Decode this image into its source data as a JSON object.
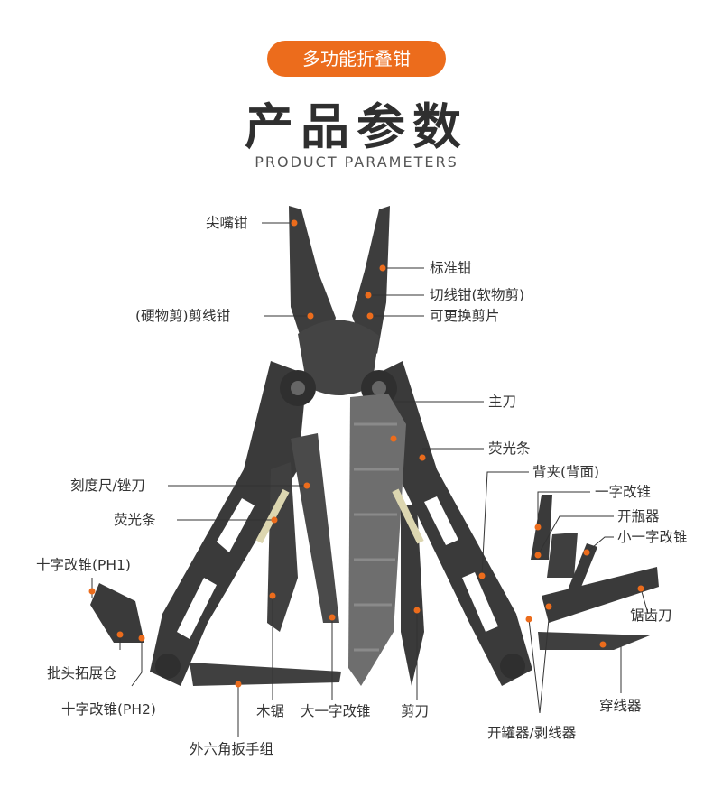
{
  "header": {
    "badge": "多功能折叠钳",
    "title": "产品参数",
    "subtitle": "PRODUCT PARAMETERS"
  },
  "colors": {
    "accent": "#ec6c1c",
    "tool_dark": "#3a3a3a",
    "tool_mid": "#555555",
    "line": "#333333"
  },
  "labels": {
    "needle_nose_pliers": "尖嘴钳",
    "standard_pliers": "标准钳",
    "wire_cutter_soft": "切线钳(软物剪)",
    "hard_wire_cutter": "(硬物剪)剪线钳",
    "replaceable_blade": "可更换剪片",
    "main_blade": "主刀",
    "glow_strip_right": "荧光条",
    "back_clip": "背夹(背面)",
    "flat_screwdriver": "一字改锥",
    "bottle_opener": "开瓶器",
    "small_flat_screwdriver": "小一字改锥",
    "ruler_file": "刻度尺/锉刀",
    "glow_strip_left": "荧光条",
    "phillips_ph1": "十字改锥(PH1)",
    "serrated_blade": "锯齿刀",
    "bit_holder": "批头拓展仓",
    "awl": "穿线器",
    "phillips_ph2": "十字改锥(PH2)",
    "wood_saw": "木锯",
    "large_flat_screwdriver": "大一字改锥",
    "scissors": "剪刀",
    "can_opener_stripper": "开罐器/剥线器",
    "hex_wrench_set": "外六角扳手组"
  }
}
